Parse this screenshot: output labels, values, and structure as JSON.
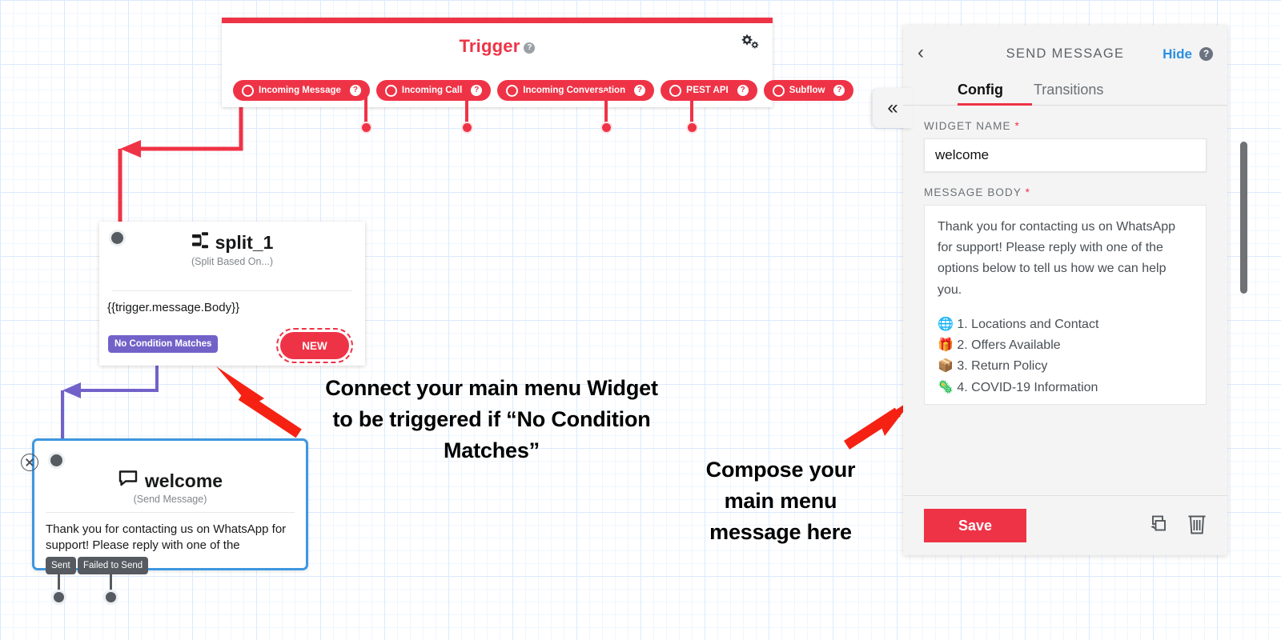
{
  "canvas": {
    "grid": true,
    "bg_color": "#ffffff",
    "grid_color": "#dbeafe"
  },
  "trigger_widget": {
    "title": "Trigger",
    "help_icon": "question-mark-icon",
    "settings_icon": "gears-icon",
    "accent_color": "#ef3346",
    "pills": [
      {
        "label": "Incoming Message",
        "help": "?"
      },
      {
        "label": "Incoming Call",
        "help": "?"
      },
      {
        "label": "Incoming Conversation",
        "help": "?"
      },
      {
        "label": "REST API",
        "help": "?"
      },
      {
        "label": "Subflow",
        "help": "?"
      }
    ]
  },
  "split_widget": {
    "name": "split_1",
    "type_label": "(Split Based On...)",
    "expression": "{{trigger.message.Body}}",
    "new_button": "NEW",
    "no_condition_chip": "No Condition Matches",
    "chip_color": "#7262c8",
    "icon": "split-icon"
  },
  "welcome_widget": {
    "name": "welcome",
    "type_label": "(Send Message)",
    "body_preview": "Thank you for contacting us on WhatsApp for support! Please reply with one of the",
    "icon": "chat-bubble-icon",
    "close_icon": "close-circle-icon",
    "border_color": "#3d97e0",
    "outputs": [
      {
        "label": "Sent"
      },
      {
        "label": "Failed to Send"
      }
    ]
  },
  "annotations": [
    {
      "id": "annot-1",
      "text": "Connect your main menu Widget to be triggered if “No Condition Matches”",
      "arrow": "red-arrow-up-left"
    },
    {
      "id": "annot-2",
      "text": "Compose your main menu message here",
      "arrow": "red-arrow-up-right"
    }
  ],
  "config_panel": {
    "back_icon": "chevron-left-icon",
    "title": "SEND MESSAGE",
    "hide_label": "Hide",
    "hide_help_icon": "question-mark-icon",
    "collapse_icon": "double-chevron-left-icon",
    "tabs": [
      {
        "label": "Config",
        "active": true
      },
      {
        "label": "Transitions",
        "active": false
      }
    ],
    "fields": {
      "widget_name_label": "WIDGET NAME",
      "widget_name_required": "*",
      "widget_name_value": "welcome",
      "message_body_label": "MESSAGE BODY",
      "message_body_required": "*",
      "message_body_paragraph": "Thank you for contacting us on WhatsApp for support! Please reply with one of the options below to tell us how we can help you.",
      "message_body_options": [
        {
          "emoji": "🌐",
          "text": "1. Locations and Contact"
        },
        {
          "emoji": "🎁",
          "text": "2. Offers Available"
        },
        {
          "emoji": "📦",
          "text": "3. Return Policy"
        },
        {
          "emoji": "🦠",
          "text": "4. COVID-19 Information"
        }
      ]
    },
    "footer": {
      "save_label": "Save",
      "duplicate_icon": "duplicate-icon",
      "delete_icon": "trash-icon"
    },
    "accent_color": "#ef3346",
    "link_color": "#2b8fe0"
  }
}
